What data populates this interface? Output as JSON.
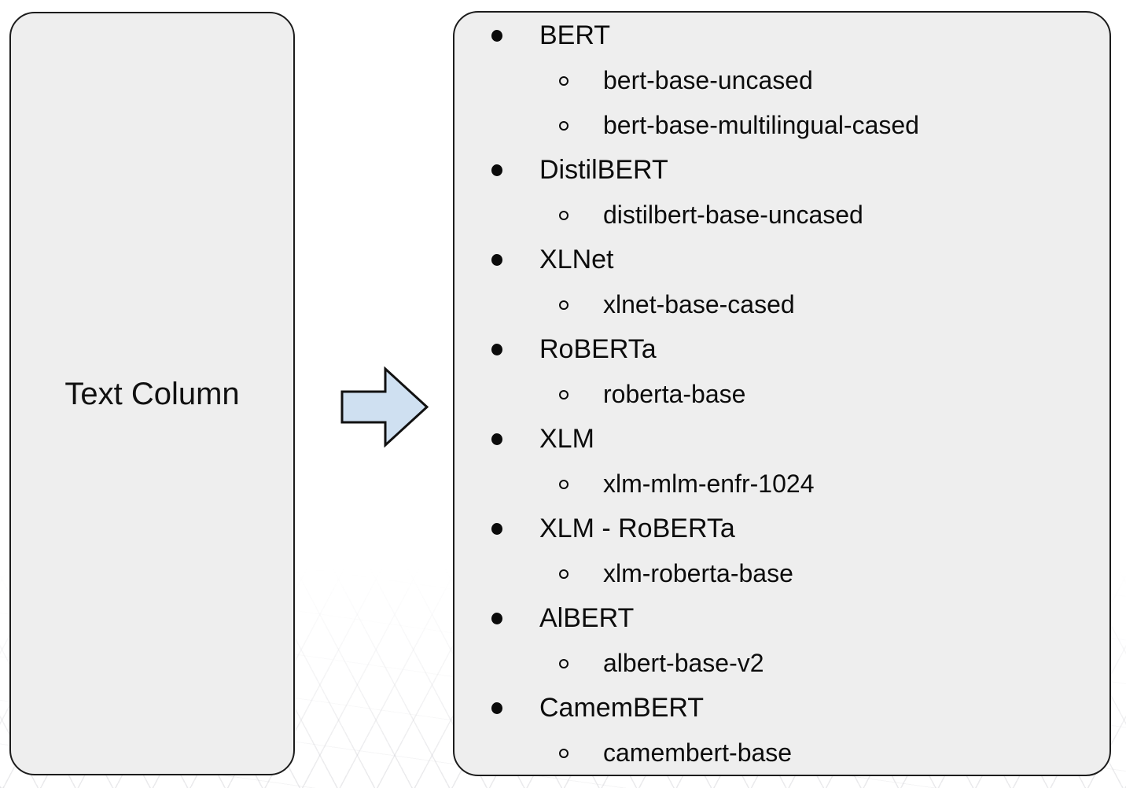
{
  "colors": {
    "box_fill": "#eeeeee",
    "box_border": "#1c1c1c",
    "arrow_fill": "#cfe0f1",
    "arrow_stroke": "#111111",
    "background": "#ffffff"
  },
  "left_box": {
    "label": "Text Column"
  },
  "arrow": {
    "icon": "right-arrow"
  },
  "model_list": {
    "groups": [
      {
        "label": "BERT",
        "children": [
          "bert-base-uncased",
          "bert-base-multilingual-cased"
        ]
      },
      {
        "label": "DistilBERT",
        "children": [
          "distilbert-base-uncased"
        ]
      },
      {
        "label": "XLNet",
        "children": [
          "xlnet-base-cased"
        ]
      },
      {
        "label": "RoBERTa",
        "children": [
          "roberta-base"
        ]
      },
      {
        "label": "XLM",
        "children": [
          "xlm-mlm-enfr-1024"
        ]
      },
      {
        "label": "XLM - RoBERTa",
        "children": [
          "xlm-roberta-base"
        ]
      },
      {
        "label": "AlBERT",
        "children": [
          "albert-base-v2"
        ]
      },
      {
        "label": "CamemBERT",
        "children": [
          "camembert-base"
        ]
      }
    ]
  }
}
